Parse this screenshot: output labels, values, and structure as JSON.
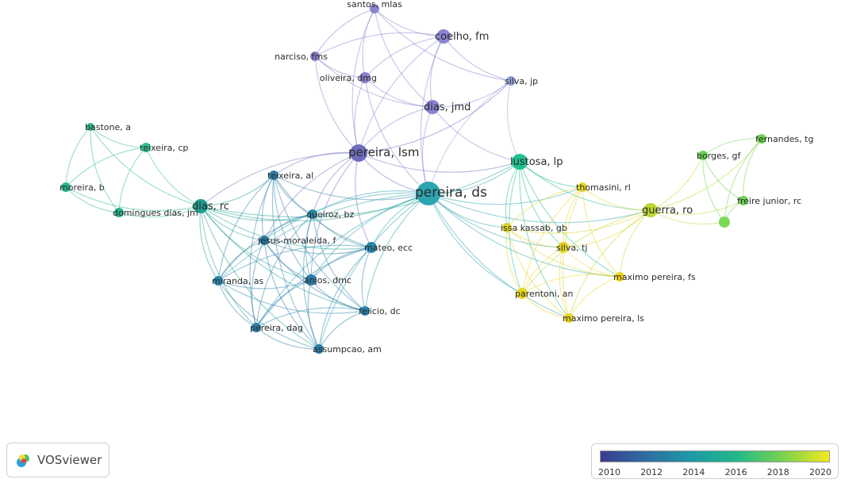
{
  "app": {
    "name": "VOSviewer"
  },
  "legend": {
    "ticks": [
      "2010",
      "2012",
      "2014",
      "2016",
      "2018",
      "2020"
    ],
    "gradient": [
      "#3b3c8f",
      "#2d6ea3",
      "#1e9aa6",
      "#22b98a",
      "#7bd34f",
      "#f2e81c"
    ]
  },
  "nodes": [
    {
      "id": "santos",
      "label": "santos, mlas",
      "color": "#8c86d0",
      "size": 6
    },
    {
      "id": "coelho",
      "label": "coelho, fm",
      "color": "#8a84d4",
      "size": 9
    },
    {
      "id": "narciso",
      "label": "narciso, fms",
      "color": "#8a7fc9",
      "size": 6
    },
    {
      "id": "oliveira",
      "label": "oliveira, dmg",
      "color": "#8a7fcb",
      "size": 7
    },
    {
      "id": "silvajp",
      "label": "silva, jp",
      "color": "#91a6d8",
      "size": 6
    },
    {
      "id": "diasjmd",
      "label": "dias, jmd",
      "color": "#8a84d4",
      "size": 9
    },
    {
      "id": "pereiralsm",
      "label": "pereira, lsm",
      "color": "#6d6dbf",
      "size": 11
    },
    {
      "id": "bastone",
      "label": "bastone, a",
      "color": "#2cb58a",
      "size": 5
    },
    {
      "id": "teixeiracp",
      "label": "teixeira, cp",
      "color": "#2bc08a",
      "size": 6
    },
    {
      "id": "moreira",
      "label": "moreira, b",
      "color": "#26b68c",
      "size": 6
    },
    {
      "id": "domingues",
      "label": "domingues dias, jm",
      "color": "#26b68c",
      "size": 6
    },
    {
      "id": "diasrc",
      "label": "dias, rc",
      "color": "#1f9e8f",
      "size": 9
    },
    {
      "id": "teixeiraal",
      "label": "teixeira, al",
      "color": "#2c7fa6",
      "size": 6
    },
    {
      "id": "pereirads",
      "label": "pereira, ds",
      "color": "#2ba5b0",
      "size": 15
    },
    {
      "id": "queiroz",
      "label": "queiroz, bz",
      "color": "#2a85a8",
      "size": 6
    },
    {
      "id": "jesus",
      "label": "jesus-moraleida, f",
      "color": "#2a78a4",
      "size": 6
    },
    {
      "id": "mateo",
      "label": "mateo, ecc",
      "color": "#2a86ab",
      "size": 7
    },
    {
      "id": "miranda",
      "label": "miranda, as",
      "color": "#2b84ab",
      "size": 6
    },
    {
      "id": "anjos",
      "label": "anjos, dmc",
      "color": "#2a7ca7",
      "size": 7
    },
    {
      "id": "felicio",
      "label": "felicio, dc",
      "color": "#2b86ad",
      "size": 6
    },
    {
      "id": "pereiradag",
      "label": "pereira, dag",
      "color": "#2a7ca6",
      "size": 6
    },
    {
      "id": "assumpcao",
      "label": "assumpcao, am",
      "color": "#2a7fa8",
      "size": 6
    },
    {
      "id": "lustosa",
      "label": "lustosa, lp",
      "color": "#20bf8f",
      "size": 10
    },
    {
      "id": "thomasini",
      "label": "thomasini, rl",
      "color": "#e7d824",
      "size": 6
    },
    {
      "id": "issa",
      "label": "issa kassab, gb",
      "color": "#ddd426",
      "size": 6
    },
    {
      "id": "silvatj",
      "label": "silva, tj",
      "color": "#e8d623",
      "size": 7
    },
    {
      "id": "guerra",
      "label": "guerra, ro",
      "color": "#bfd62d",
      "size": 9
    },
    {
      "id": "maximofs",
      "label": "maximo pereira, fs",
      "color": "#f0d41d",
      "size": 6
    },
    {
      "id": "parentoni",
      "label": "parentoni, an",
      "color": "#e8d622",
      "size": 7
    },
    {
      "id": "maximols",
      "label": "maximo pereira, ls",
      "color": "#ecd41f",
      "size": 6
    },
    {
      "id": "fernandes",
      "label": "fernandes, tg",
      "color": "#74d352",
      "size": 6
    },
    {
      "id": "borges",
      "label": "borges, gf",
      "color": "#67d057",
      "size": 6
    },
    {
      "id": "freire",
      "label": "freire junior, rc",
      "color": "#6cd256",
      "size": 6
    },
    {
      "id": "unlabeled",
      "label": "",
      "color": "#7bd853",
      "size": 7
    }
  ],
  "links": [
    [
      "santos",
      "coelho"
    ],
    [
      "santos",
      "narciso"
    ],
    [
      "santos",
      "oliveira"
    ],
    [
      "santos",
      "diasjmd"
    ],
    [
      "santos",
      "pereiralsm"
    ],
    [
      "santos",
      "silvajp"
    ],
    [
      "coelho",
      "narciso"
    ],
    [
      "coelho",
      "oliveira"
    ],
    [
      "coelho",
      "diasjmd"
    ],
    [
      "coelho",
      "pereiralsm"
    ],
    [
      "coelho",
      "silvajp"
    ],
    [
      "coelho",
      "pereirads"
    ],
    [
      "narciso",
      "oliveira"
    ],
    [
      "narciso",
      "diasjmd"
    ],
    [
      "narciso",
      "pereiralsm"
    ],
    [
      "oliveira",
      "diasjmd"
    ],
    [
      "oliveira",
      "pereiralsm"
    ],
    [
      "oliveira",
      "pereirads"
    ],
    [
      "diasjmd",
      "pereiralsm"
    ],
    [
      "diasjmd",
      "pereirads"
    ],
    [
      "diasjmd",
      "silvajp"
    ],
    [
      "diasjmd",
      "lustosa"
    ],
    [
      "silvajp",
      "pereirads"
    ],
    [
      "silvajp",
      "lustosa"
    ],
    [
      "pereiralsm",
      "pereirads"
    ],
    [
      "pereiralsm",
      "silvajp"
    ],
    [
      "pereiralsm",
      "teixeiraal"
    ],
    [
      "pereiralsm",
      "queiroz"
    ],
    [
      "pereiralsm",
      "diasrc"
    ],
    [
      "pereiralsm",
      "jesus"
    ],
    [
      "pereiralsm",
      "mateo"
    ],
    [
      "pereiralsm",
      "anjos"
    ],
    [
      "pereiralsm",
      "lustosa"
    ],
    [
      "bastone",
      "teixeiracp"
    ],
    [
      "bastone",
      "moreira"
    ],
    [
      "bastone",
      "domingues"
    ],
    [
      "bastone",
      "diasrc"
    ],
    [
      "teixeiracp",
      "moreira"
    ],
    [
      "teixeiracp",
      "domingues"
    ],
    [
      "teixeiracp",
      "diasrc"
    ],
    [
      "moreira",
      "domingues"
    ],
    [
      "moreira",
      "diasrc"
    ],
    [
      "domingues",
      "diasrc"
    ],
    [
      "diasrc",
      "teixeiraal"
    ],
    [
      "diasrc",
      "pereirads"
    ],
    [
      "diasrc",
      "queiroz"
    ],
    [
      "diasrc",
      "jesus"
    ],
    [
      "diasrc",
      "miranda"
    ],
    [
      "diasrc",
      "anjos"
    ],
    [
      "diasrc",
      "pereiradag"
    ],
    [
      "diasrc",
      "assumpcao"
    ],
    [
      "diasrc",
      "mateo"
    ],
    [
      "diasrc",
      "felicio"
    ],
    [
      "diasrc",
      "lustosa"
    ],
    [
      "teixeiraal",
      "pereirads"
    ],
    [
      "teixeiraal",
      "queiroz"
    ],
    [
      "teixeiraal",
      "jesus"
    ],
    [
      "teixeiraal",
      "miranda"
    ],
    [
      "teixeiraal",
      "anjos"
    ],
    [
      "teixeiraal",
      "mateo"
    ],
    [
      "teixeiraal",
      "felicio"
    ],
    [
      "teixeiraal",
      "pereiradag"
    ],
    [
      "teixeiraal",
      "assumpcao"
    ],
    [
      "pereirads",
      "queiroz"
    ],
    [
      "pereirads",
      "jesus"
    ],
    [
      "pereirads",
      "mateo"
    ],
    [
      "pereirads",
      "miranda"
    ],
    [
      "pereirads",
      "anjos"
    ],
    [
      "pereirads",
      "felicio"
    ],
    [
      "pereirads",
      "pereiradag"
    ],
    [
      "pereirads",
      "assumpcao"
    ],
    [
      "pereirads",
      "lustosa"
    ],
    [
      "pereirads",
      "thomasini"
    ],
    [
      "pereirads",
      "issa"
    ],
    [
      "pereirads",
      "silvatj"
    ],
    [
      "pereirads",
      "guerra"
    ],
    [
      "pereirads",
      "maximofs"
    ],
    [
      "pereirads",
      "parentoni"
    ],
    [
      "pereirads",
      "maximols"
    ],
    [
      "queiroz",
      "jesus"
    ],
    [
      "queiroz",
      "mateo"
    ],
    [
      "queiroz",
      "miranda"
    ],
    [
      "queiroz",
      "anjos"
    ],
    [
      "queiroz",
      "felicio"
    ],
    [
      "queiroz",
      "pereiradag"
    ],
    [
      "queiroz",
      "assumpcao"
    ],
    [
      "jesus",
      "mateo"
    ],
    [
      "jesus",
      "miranda"
    ],
    [
      "jesus",
      "anjos"
    ],
    [
      "jesus",
      "felicio"
    ],
    [
      "jesus",
      "pereiradag"
    ],
    [
      "jesus",
      "assumpcao"
    ],
    [
      "mateo",
      "miranda"
    ],
    [
      "mateo",
      "anjos"
    ],
    [
      "mateo",
      "felicio"
    ],
    [
      "mateo",
      "pereiradag"
    ],
    [
      "mateo",
      "assumpcao"
    ],
    [
      "miranda",
      "anjos"
    ],
    [
      "miranda",
      "felicio"
    ],
    [
      "miranda",
      "pereiradag"
    ],
    [
      "miranda",
      "assumpcao"
    ],
    [
      "anjos",
      "felicio"
    ],
    [
      "anjos",
      "pereiradag"
    ],
    [
      "anjos",
      "assumpcao"
    ],
    [
      "felicio",
      "pereiradag"
    ],
    [
      "felicio",
      "assumpcao"
    ],
    [
      "pereiradag",
      "assumpcao"
    ],
    [
      "lustosa",
      "thomasini"
    ],
    [
      "lustosa",
      "issa"
    ],
    [
      "lustosa",
      "silvatj"
    ],
    [
      "lustosa",
      "guerra"
    ],
    [
      "lustosa",
      "maximofs"
    ],
    [
      "lustosa",
      "parentoni"
    ],
    [
      "lustosa",
      "maximols"
    ],
    [
      "thomasini",
      "issa"
    ],
    [
      "thomasini",
      "silvatj"
    ],
    [
      "thomasini",
      "guerra"
    ],
    [
      "thomasini",
      "maximofs"
    ],
    [
      "thomasini",
      "parentoni"
    ],
    [
      "thomasini",
      "maximols"
    ],
    [
      "issa",
      "silvatj"
    ],
    [
      "issa",
      "guerra"
    ],
    [
      "issa",
      "maximofs"
    ],
    [
      "issa",
      "parentoni"
    ],
    [
      "issa",
      "maximols"
    ],
    [
      "silvatj",
      "guerra"
    ],
    [
      "silvatj",
      "maximofs"
    ],
    [
      "silvatj",
      "parentoni"
    ],
    [
      "silvatj",
      "maximols"
    ],
    [
      "guerra",
      "maximofs"
    ],
    [
      "guerra",
      "parentoni"
    ],
    [
      "guerra",
      "maximols"
    ],
    [
      "maximofs",
      "parentoni"
    ],
    [
      "maximofs",
      "maximols"
    ],
    [
      "parentoni",
      "maximols"
    ],
    [
      "guerra",
      "fernandes"
    ],
    [
      "guerra",
      "borges"
    ],
    [
      "guerra",
      "freire"
    ],
    [
      "guerra",
      "unlabeled"
    ],
    [
      "fernandes",
      "borges"
    ],
    [
      "fernandes",
      "freire"
    ],
    [
      "fernandes",
      "unlabeled"
    ],
    [
      "borges",
      "freire"
    ],
    [
      "borges",
      "unlabeled"
    ],
    [
      "freire",
      "unlabeled"
    ]
  ]
}
